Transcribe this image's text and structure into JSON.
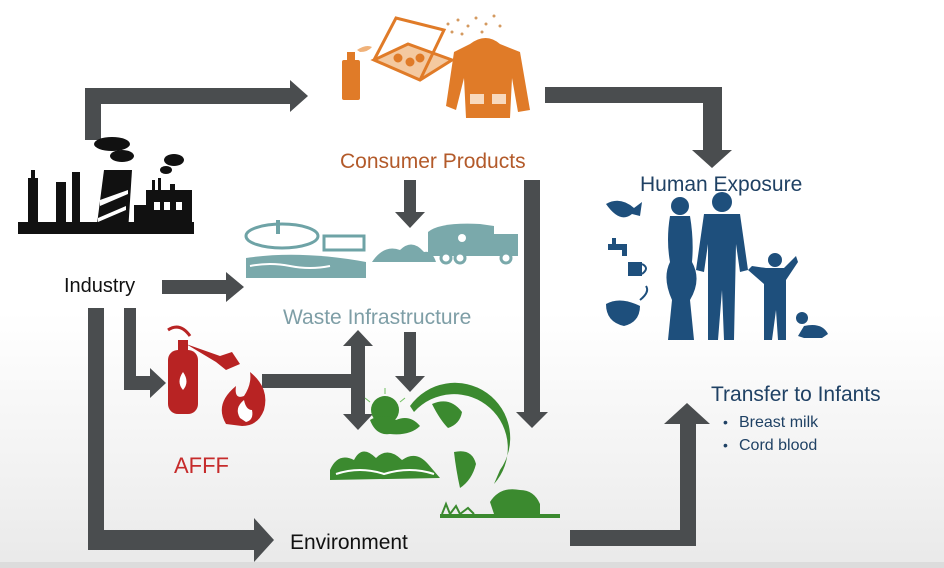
{
  "diagram": {
    "title": "PFAS exposure pathways",
    "nodes": {
      "industry": {
        "label": "Industry",
        "icon": "factory-icon",
        "color": "#111111"
      },
      "consumer_products": {
        "label": "Consumer Products",
        "icons": [
          "spray-can-icon",
          "pizza-box-icon",
          "rain-jacket-icon"
        ],
        "color": "#b35a2a"
      },
      "waste_infrastructure": {
        "label": "Waste Infrastructure",
        "icons": [
          "wastewater-plant-icon",
          "landfill-icon",
          "garbage-truck-icon"
        ],
        "color": "#7e9ea6"
      },
      "human_exposure": {
        "label": "Human Exposure",
        "icons": [
          "fish-icon",
          "faucet-cup-icon",
          "dust-mask-icon",
          "family-silhouette-icon"
        ],
        "color": "#1f4164"
      },
      "afff": {
        "label": "AFFF",
        "icons": [
          "fire-extinguisher-icon",
          "flame-icon"
        ],
        "color": "#c62b2b"
      },
      "environment": {
        "label": "Environment",
        "icon": "earth-nature-icon",
        "color": "#3b8a2f"
      },
      "transfer_to_infants": {
        "label": "Transfer to Infants",
        "bullets": [
          "Breast milk",
          "Cord blood"
        ],
        "color": "#1f4164"
      }
    },
    "edges": [
      {
        "from": "industry",
        "to": "consumer_products"
      },
      {
        "from": "industry",
        "to": "waste_infrastructure"
      },
      {
        "from": "industry",
        "to": "afff"
      },
      {
        "from": "industry",
        "to": "environment"
      },
      {
        "from": "consumer_products",
        "to": "waste_infrastructure"
      },
      {
        "from": "consumer_products",
        "to": "environment"
      },
      {
        "from": "consumer_products",
        "to": "human_exposure"
      },
      {
        "from": "afff",
        "to": "waste_infrastructure"
      },
      {
        "from": "afff",
        "to": "environment"
      },
      {
        "from": "waste_infrastructure",
        "to": "environment"
      },
      {
        "from": "environment",
        "to": "transfer_to_infants"
      }
    ],
    "arrow_color": "#4a4d4f"
  }
}
